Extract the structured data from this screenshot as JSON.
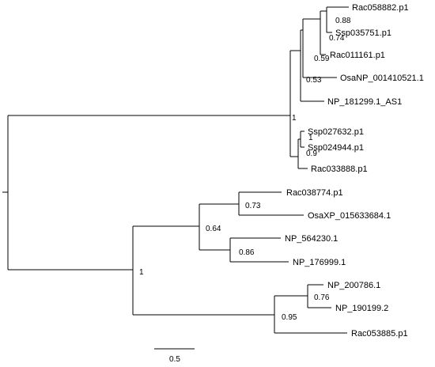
{
  "tree": {
    "leaves": [
      "Rac058882.p1",
      "Ssp035751.p1",
      "Rac011161.p1",
      "OsaNP_001410521.1",
      "NP_181299.1_AS1",
      "Ssp027632.p1",
      "Ssp024944.p1",
      "Rac033888.p1",
      "Rac038774.p1",
      "OsaXP_015633684.1",
      "NP_564230.1",
      "NP_176999.1",
      "NP_200786.1",
      "NP_190199.2",
      "Rac053885.p1"
    ],
    "supports": [
      "0.88",
      "0.74",
      "0.59",
      "0.53",
      "1",
      "1",
      "0.9",
      "0.73",
      "0.64",
      "0.86",
      "1",
      "0.76",
      "0.95"
    ],
    "scale_bar": {
      "value": 0.5,
      "label": "0.5"
    }
  }
}
